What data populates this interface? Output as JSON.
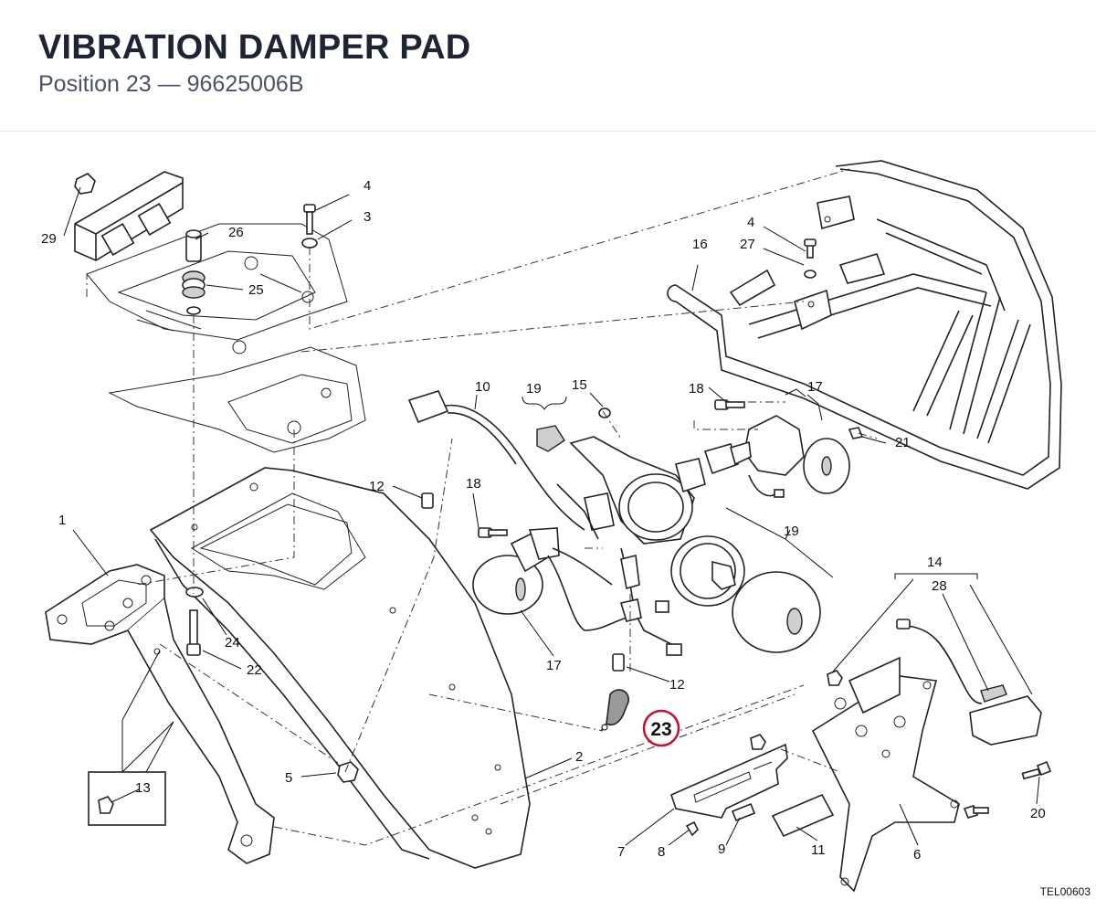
{
  "header": {
    "title": "VIBRATION DAMPER PAD",
    "position_label": "Position 23",
    "separator": "—",
    "part_number": "96625006B"
  },
  "highlight": {
    "callout": "23",
    "color": "#c8102e"
  },
  "callouts": [
    "1",
    "2",
    "3",
    "4",
    "4",
    "5",
    "6",
    "7",
    "8",
    "9",
    "10",
    "11",
    "12",
    "12",
    "13",
    "14",
    "15",
    "16",
    "17",
    "17",
    "18",
    "18",
    "19",
    "19",
    "20",
    "21",
    "22",
    "24",
    "25",
    "26",
    "27",
    "28",
    "29"
  ],
  "drawing_code": "TEL00603"
}
